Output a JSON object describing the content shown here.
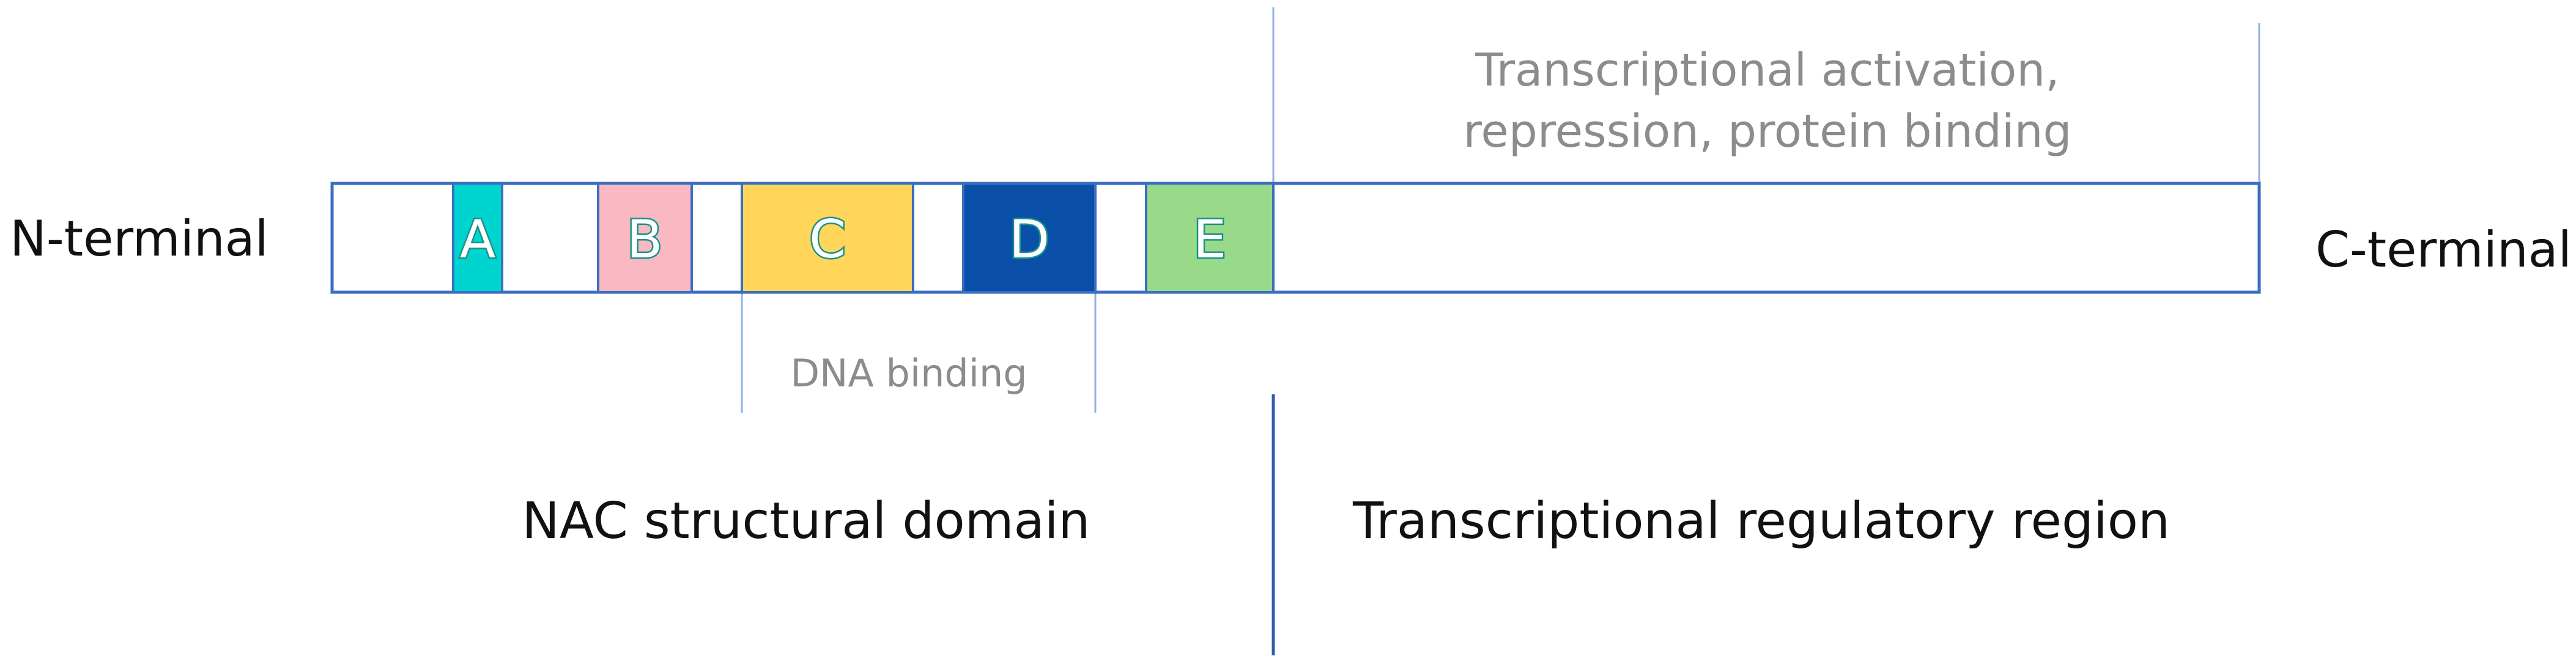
{
  "labels": {
    "n_terminal": "N-terminal",
    "c_terminal": "C-terminal",
    "activation_line1": "Transcriptional activation,",
    "activation_line2": "repression, protein binding",
    "dna_binding": "DNA binding",
    "nac_domain": "NAC structural domain",
    "regulatory_region": "Transcriptional regulatory region"
  },
  "segments": [
    {
      "letter": "A",
      "color": "#00d4cf"
    },
    {
      "letter": "B",
      "color": "#f9b8c2"
    },
    {
      "letter": "C",
      "color": "#ffd65a"
    },
    {
      "letter": "D",
      "color": "#0a4fa8"
    },
    {
      "letter": "E",
      "color": "#98d98a"
    }
  ]
}
